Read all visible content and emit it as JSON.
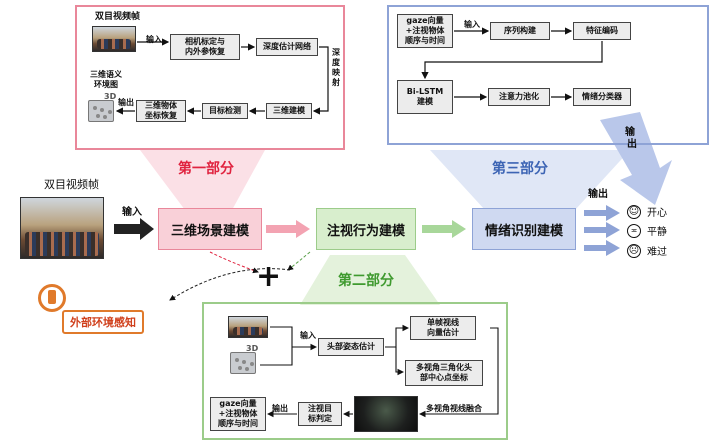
{
  "part1": {
    "title": "第一部分",
    "input_label": "双目视频帧",
    "arrow_input": "输入",
    "calib": "相机标定与\n内外参恢复",
    "depth_net": "深度估计网络",
    "depth_map": "深\n度\n映\n射",
    "recon3d": "三维建模",
    "detect": "目标检测",
    "obj_coord": "三维物体\n坐标恢复",
    "arrow_output": "输出",
    "semantic_map": "三维语义\n环境图",
    "cube_label": "3D"
  },
  "part3": {
    "title": "第三部分",
    "gaze_seq": "gaze向量\n+注视物体\n顺序与时间",
    "arrow_input": "输入",
    "seq_build": "序列构建",
    "feat_enc": "特征编码",
    "bilstm": "Bi-LSTM\n建模",
    "attn_pool": "注意力池化",
    "emo_cls": "情绪分类器",
    "arrow_output": "输出"
  },
  "main": {
    "video_label": "双目视频帧",
    "arrow_input": "输入",
    "scene3d": "三维场景建模",
    "gaze_model": "注视行为建模",
    "emotion": "情绪识别建模",
    "arrow_output": "输出",
    "plus": "+",
    "external": "外部环境感知"
  },
  "emotions": [
    {
      "face": "☺",
      "label": "开心"
    },
    {
      "face": "😐",
      "label": "平静"
    },
    {
      "face": "☹",
      "label": "难过"
    }
  ],
  "part2": {
    "title": "第二部分",
    "arrow_input": "输入",
    "head_pose": "头部姿态估计",
    "single_gaze": "单帧视线\n向量估计",
    "triangulate": "多视角三角化头\n部中心点坐标",
    "fusion": "多视角视线融合",
    "target": "注视目\n标判定",
    "arrow_output": "输出",
    "gaze_out": "gaze向量\n+注视物体\n顺序与时间",
    "cube_label": "3D"
  },
  "colors": {
    "pink": "#e9879a",
    "pink_fill": "#f9d0d8",
    "blue": "#8ea3d6",
    "blue_fill": "#cfd9f1",
    "green": "#9ccc8a",
    "green_fill": "#d8eecd",
    "orange": "#e07a2b"
  }
}
